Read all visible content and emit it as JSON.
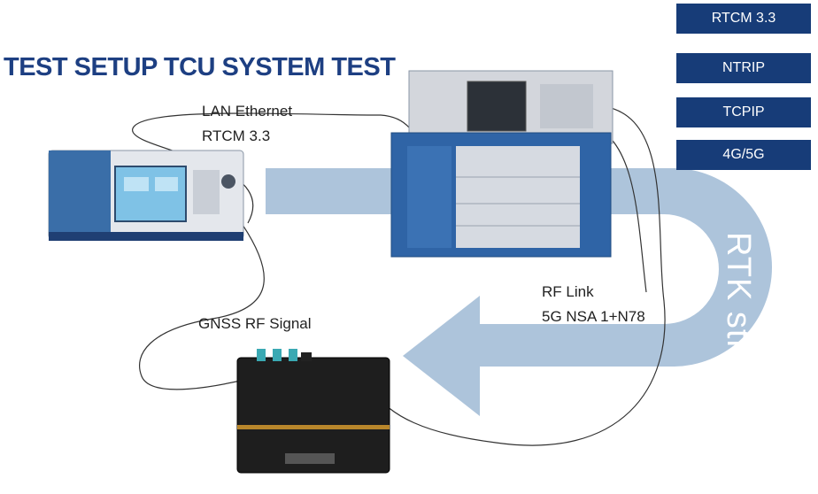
{
  "title": "TEST SETUP TCU SYSTEM TEST",
  "links": {
    "lan_line1": "LAN Ethernet",
    "lan_line2": "RTCM 3.3",
    "gnss": "GNSS RF Signal",
    "rf_line1": "RF Link",
    "rf_line2": "5G NSA 1+N78"
  },
  "tags": [
    "RTCM 3.3",
    "NTRIP",
    "TCPIP",
    "4G/5G"
  ],
  "arrow_label": "RTK strea",
  "device_label": "",
  "colors": {
    "title": "#1d3f82",
    "tag_bg": "#173c78",
    "arrow": "#a9c1d9",
    "instrument_blue": "#3a6ea8"
  }
}
